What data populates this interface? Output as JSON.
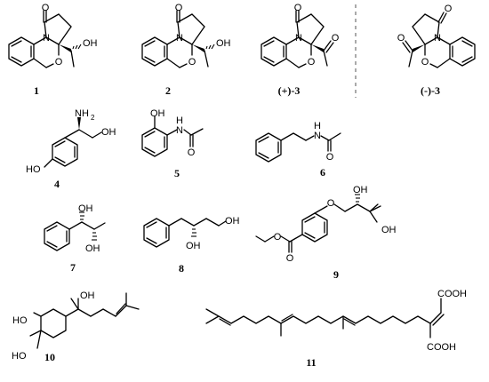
{
  "compounds": [
    {
      "id": "c1",
      "label": "1"
    },
    {
      "id": "c2",
      "label": "2"
    },
    {
      "id": "c3p",
      "label": "(+)-3"
    },
    {
      "id": "c3m",
      "label": "(-)-3"
    },
    {
      "id": "c4",
      "label": "4"
    },
    {
      "id": "c5",
      "label": "5"
    },
    {
      "id": "c6",
      "label": "6"
    },
    {
      "id": "c7",
      "label": "7"
    },
    {
      "id": "c8",
      "label": "8"
    },
    {
      "id": "c9",
      "label": "9"
    },
    {
      "id": "c10",
      "label": "10"
    },
    {
      "id": "c11",
      "label": "11"
    }
  ],
  "atoms": {
    "O": "O",
    "N": "N",
    "OH": "OH",
    "HO": "HO",
    "NH2": "NH",
    "two": "2",
    "H": "H",
    "COOH": "COOH"
  }
}
